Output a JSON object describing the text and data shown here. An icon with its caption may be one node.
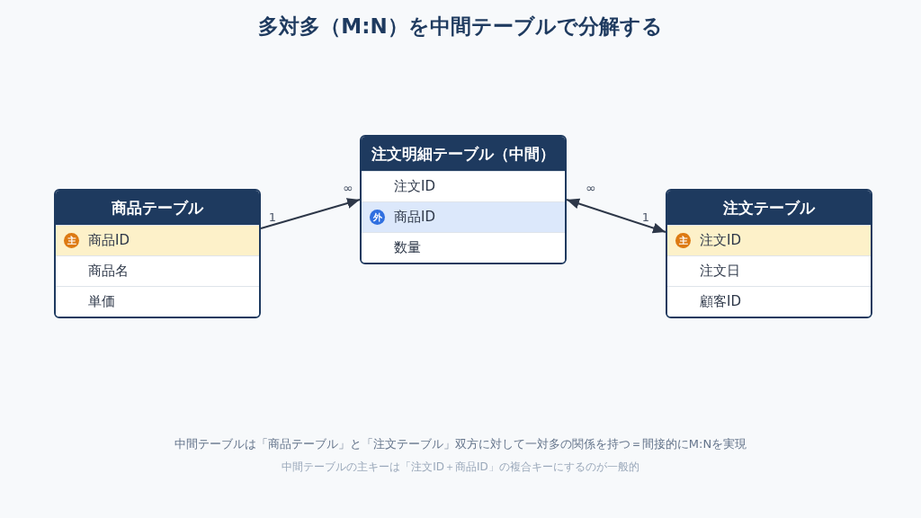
{
  "diagram": {
    "title": "多対多（M:N）を中間テーブルで分解する",
    "nodes": [
      {
        "text": [
          "商品テーブル"
        ]
      },
      {
        "text": [
          "商品ID"
        ],
        "in": 0
      },
      {
        "text": [
          "主"
        ],
        "in": 1
      },
      {
        "text": [
          "商品名"
        ],
        "in": 0
      },
      {
        "text": [
          "単価"
        ],
        "in": 0
      },
      {
        "text": [
          "注文明細テーブル（中間）"
        ]
      },
      {
        "text": [
          "注文ID"
        ],
        "in": 5
      },
      {
        "text": [
          "商品ID"
        ],
        "in": 5
      },
      {
        "text": [
          "外"
        ],
        "in": 7
      },
      {
        "text": [
          "数量"
        ],
        "in": 5
      },
      {
        "text": [
          "注文テーブル"
        ]
      },
      {
        "text": [
          "注文ID"
        ],
        "in": 10
      },
      {
        "text": [
          "主"
        ],
        "in": 11
      },
      {
        "text": [
          "注文日"
        ],
        "in": 10
      },
      {
        "text": [
          "顧客ID"
        ],
        "in": 10
      }
    ],
    "edges": [
      {
        "from": 0,
        "to": 5,
        "arrow": "to"
      },
      {
        "from": 5,
        "to": 10,
        "arrow": "both"
      }
    ],
    "labels": [
      "∞",
      "∞",
      "1",
      "1",
      "中間テーブルは「商品テーブル」と「注文テーブル」双方に対して一対多の関係を持つ＝間接的にM:Nを実現",
      "中間テーブルの主キーは「注文ID＋商品ID」の複合キーにするのが一般的"
    ]
  }
}
